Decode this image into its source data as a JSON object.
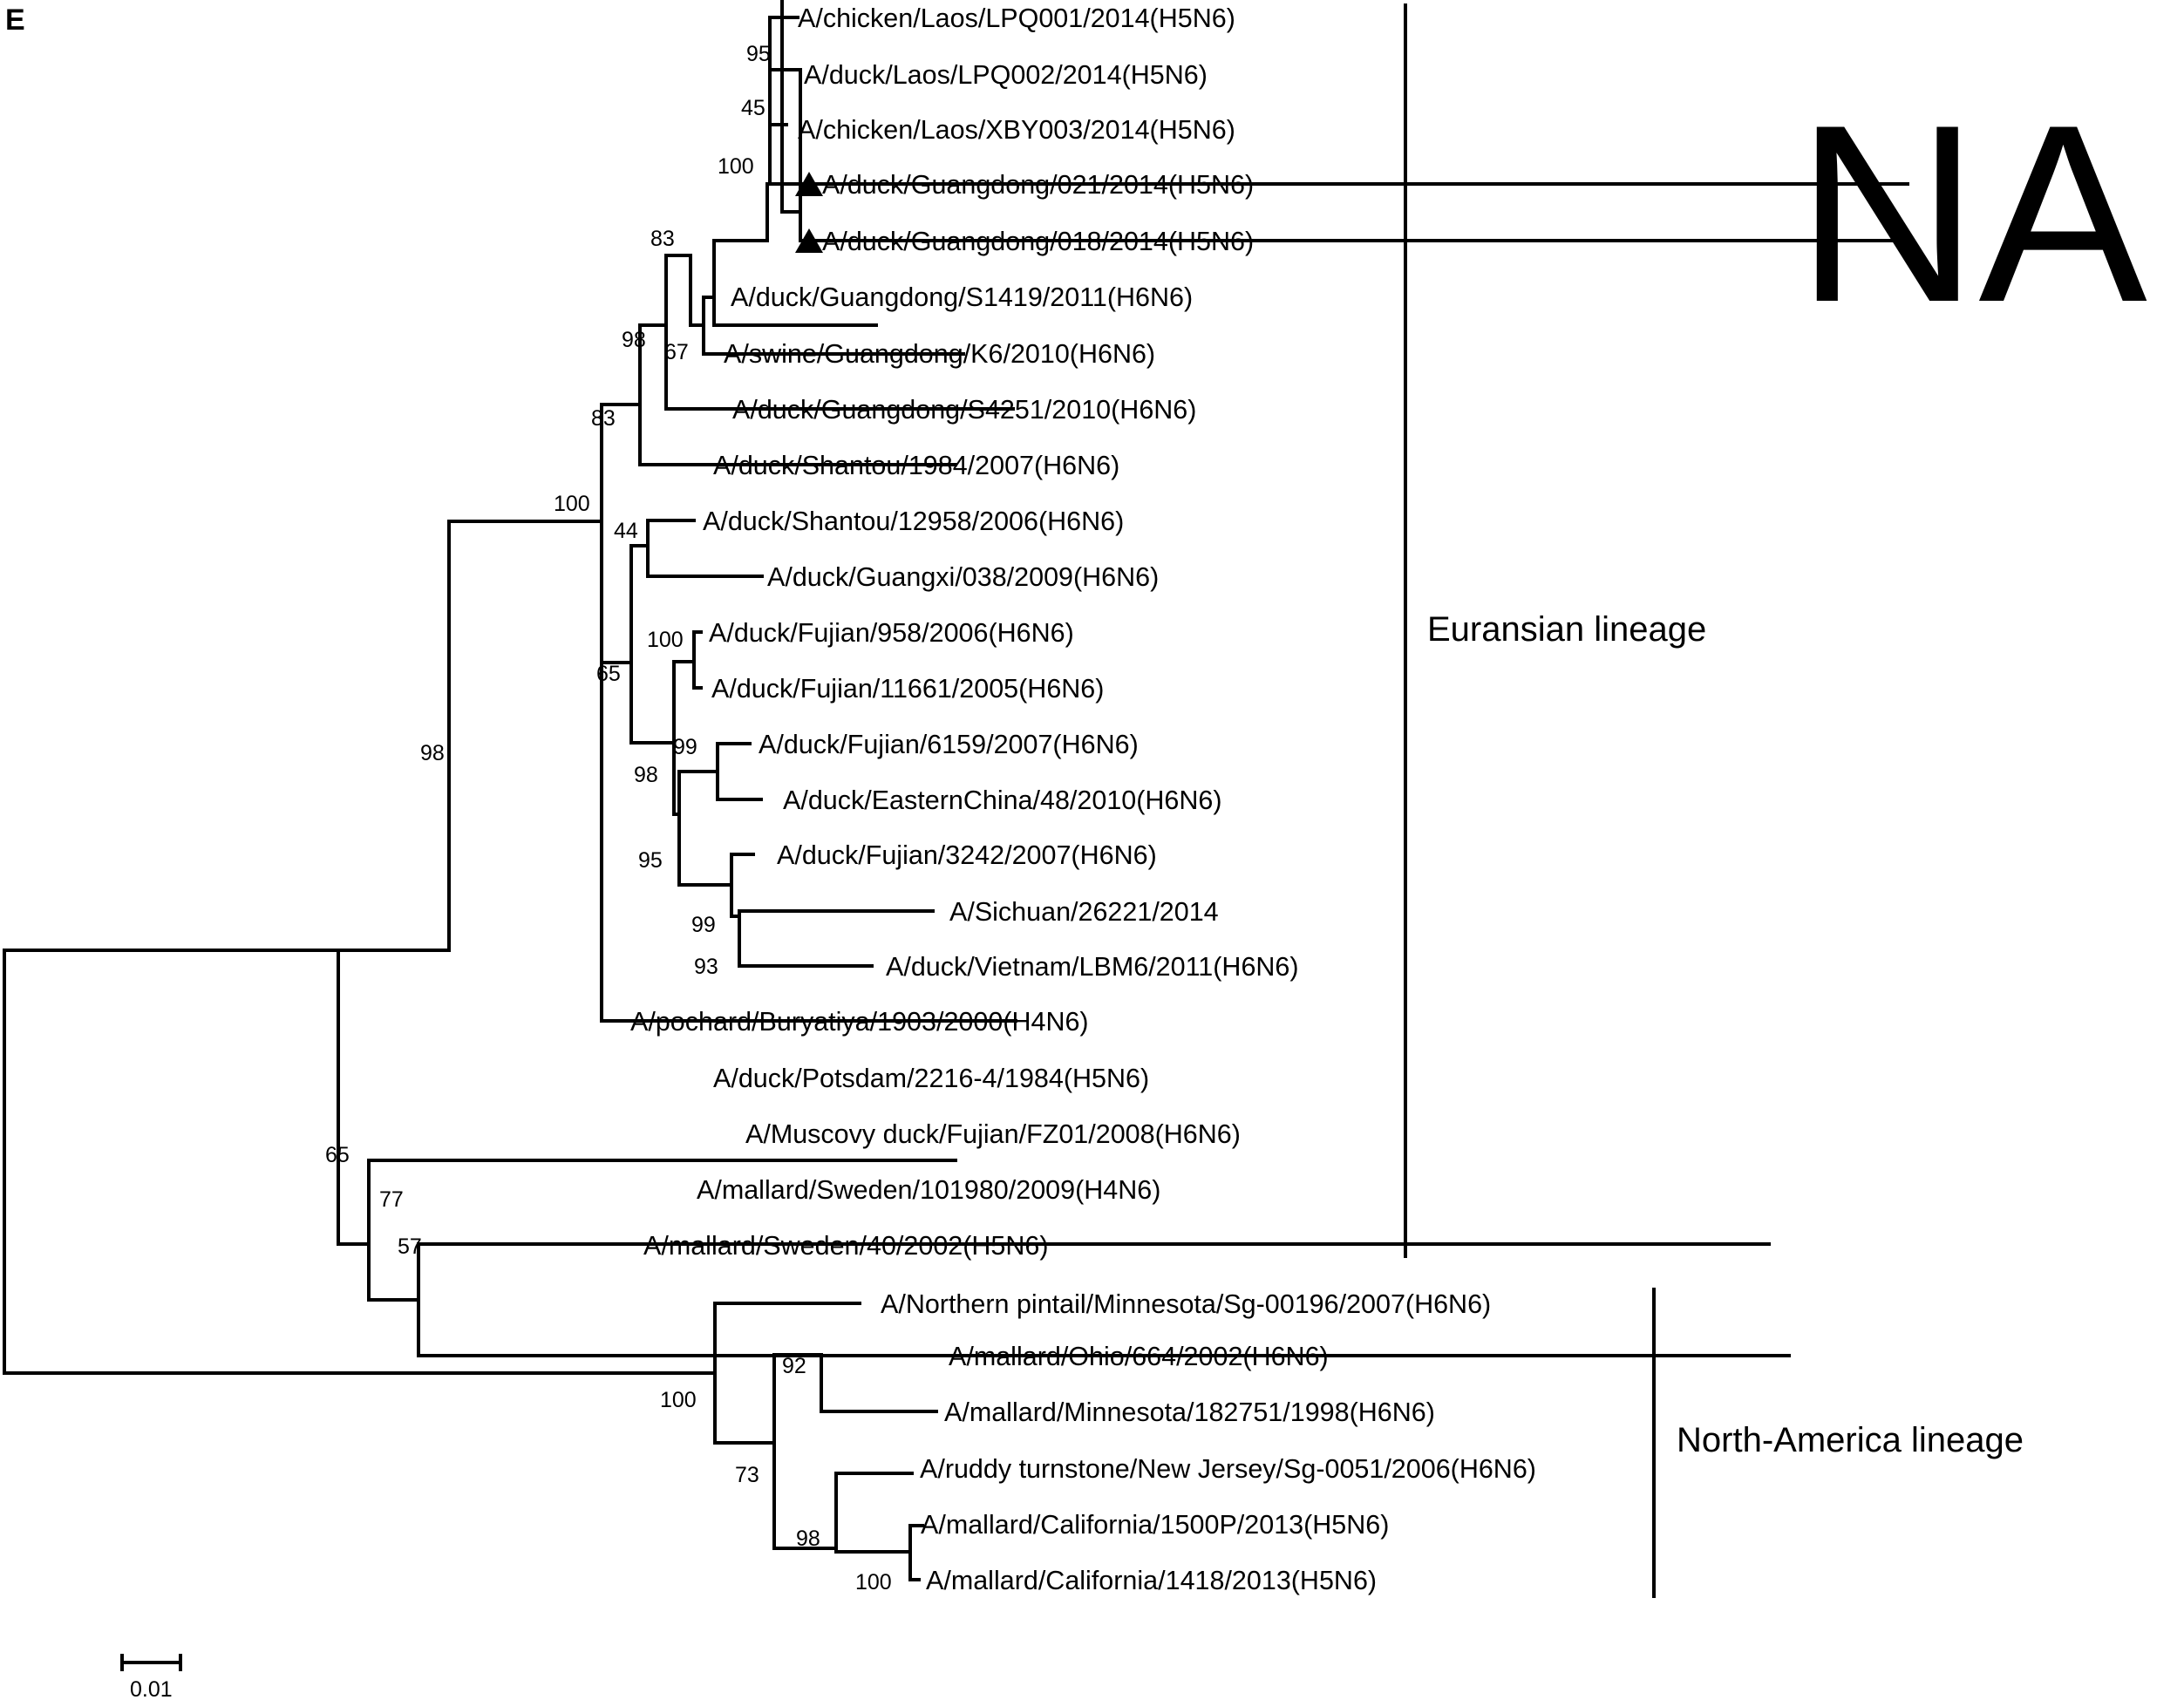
{
  "panel_label": "E",
  "gene_label": "NA",
  "taxa": [
    "A/chicken/Laos/LPQ001/2014(H5N6)",
    "A/duck/Laos/LPQ002/2014(H5N6)",
    "A/chicken/Laos/XBY003/2014(H5N6)",
    "A/duck/Guangdong/021/2014(H5N6)",
    "A/duck/Guangdong/018/2014(H5N6)",
    "A/duck/Guangdong/S1419/2011(H6N6)",
    "A/swine/Guangdong/K6/2010(H6N6)",
    "A/duck/Guangdong/S4251/2010(H6N6)",
    "A/duck/Shantou/1984/2007(H6N6)",
    "A/duck/Shantou/12958/2006(H6N6)",
    "A/duck/Guangxi/038/2009(H6N6)",
    "A/duck/Fujian/958/2006(H6N6)",
    "A/duck/Fujian/11661/2005(H6N6)",
    "A/duck/Fujian/6159/2007(H6N6)",
    "A/duck/EasternChina/48/2010(H6N6)",
    "A/duck/Fujian/3242/2007(H6N6)",
    "A/Sichuan/26221/2014",
    "A/duck/Vietnam/LBM6/2011(H6N6)",
    "A/pochard/Buryatiya/1903/2000(H4N6)",
    "A/duck/Potsdam/2216-4/1984(H5N6)",
    "A/Muscovy duck/Fujian/FZ01/2008(H6N6)",
    "A/mallard/Sweden/101980/2009(H4N6)",
    "A/mallard/Sweden/40/2002(H5N6)",
    "A/Northern pintail/Minnesota/Sg-00196/2007(H6N6)",
    "A/mallard/Ohio/664/2002(H6N6)",
    "A/mallard/Minnesota/182751/1998(H6N6)",
    "A/ruddy turnstone/New Jersey/Sg-0051/2006(H6N6)",
    "A/mallard/California/1500P/2013(H5N6)",
    "A/mallard/California/1418/2013(H5N6)"
  ],
  "marked_taxa": [
    "A/duck/Guangdong/021/2014(H5N6)",
    "A/duck/Guangdong/018/2014(H5N6)"
  ],
  "marker_icon": "filled-triangle",
  "bootstrap_values": [
    "95",
    "45",
    "100",
    "83",
    "67",
    "98",
    "83",
    "100",
    "44",
    "100",
    "65",
    "99",
    "98",
    "95",
    "99",
    "93",
    "98",
    "65",
    "77",
    "57",
    "92",
    "100",
    "73",
    "98",
    "100"
  ],
  "clades": [
    {
      "name": "Euransian lineage"
    },
    {
      "name": "North-America lineage"
    }
  ],
  "scale_bar": {
    "label": "0.01",
    "value": 0.01
  }
}
